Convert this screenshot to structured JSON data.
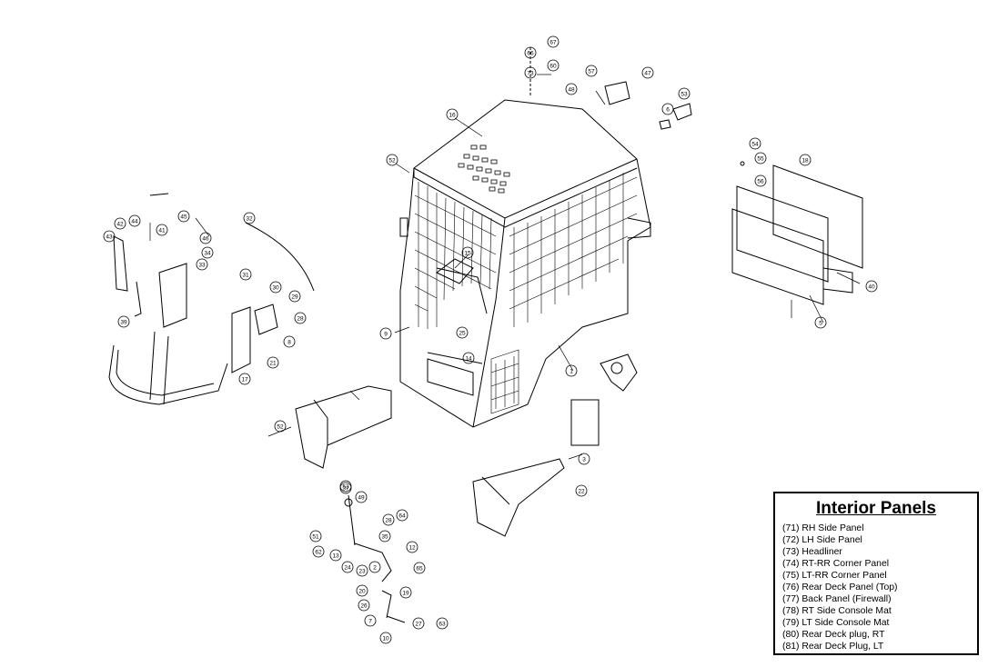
{
  "legend": {
    "title": "Interior Panels",
    "items": [
      "(71) RH Side Panel",
      "(72) LH Side Panel",
      "(73) Headliner",
      "(74) RT-RR Corner Panel",
      "(75) LT-RR Corner Panel",
      "(76) Rear Deck Panel (Top)",
      "(77) Back Panel (Firewall)",
      "(78) RT Side Console Mat",
      "(79) LT Side Console Mat",
      "(80) Rear Deck plug, RT",
      "(81) Rear Deck Plug, LT"
    ]
  },
  "callouts": [
    "67",
    "66",
    "60",
    "73",
    "48",
    "57",
    "47",
    "16",
    "52",
    "6",
    "53",
    "54",
    "55",
    "56",
    "18",
    "40",
    "39",
    "43",
    "42",
    "44",
    "41",
    "45",
    "46",
    "34",
    "33",
    "32",
    "31",
    "30",
    "29",
    "28",
    "8",
    "21",
    "17",
    "5",
    "9",
    "15",
    "14",
    "1",
    "25",
    "3",
    "22",
    "37",
    "52",
    "53",
    "49",
    "51",
    "62",
    "13",
    "24",
    "23",
    "2",
    "28",
    "35",
    "64",
    "12",
    "65",
    "19",
    "27",
    "63",
    "20",
    "26",
    "7",
    "10"
  ]
}
